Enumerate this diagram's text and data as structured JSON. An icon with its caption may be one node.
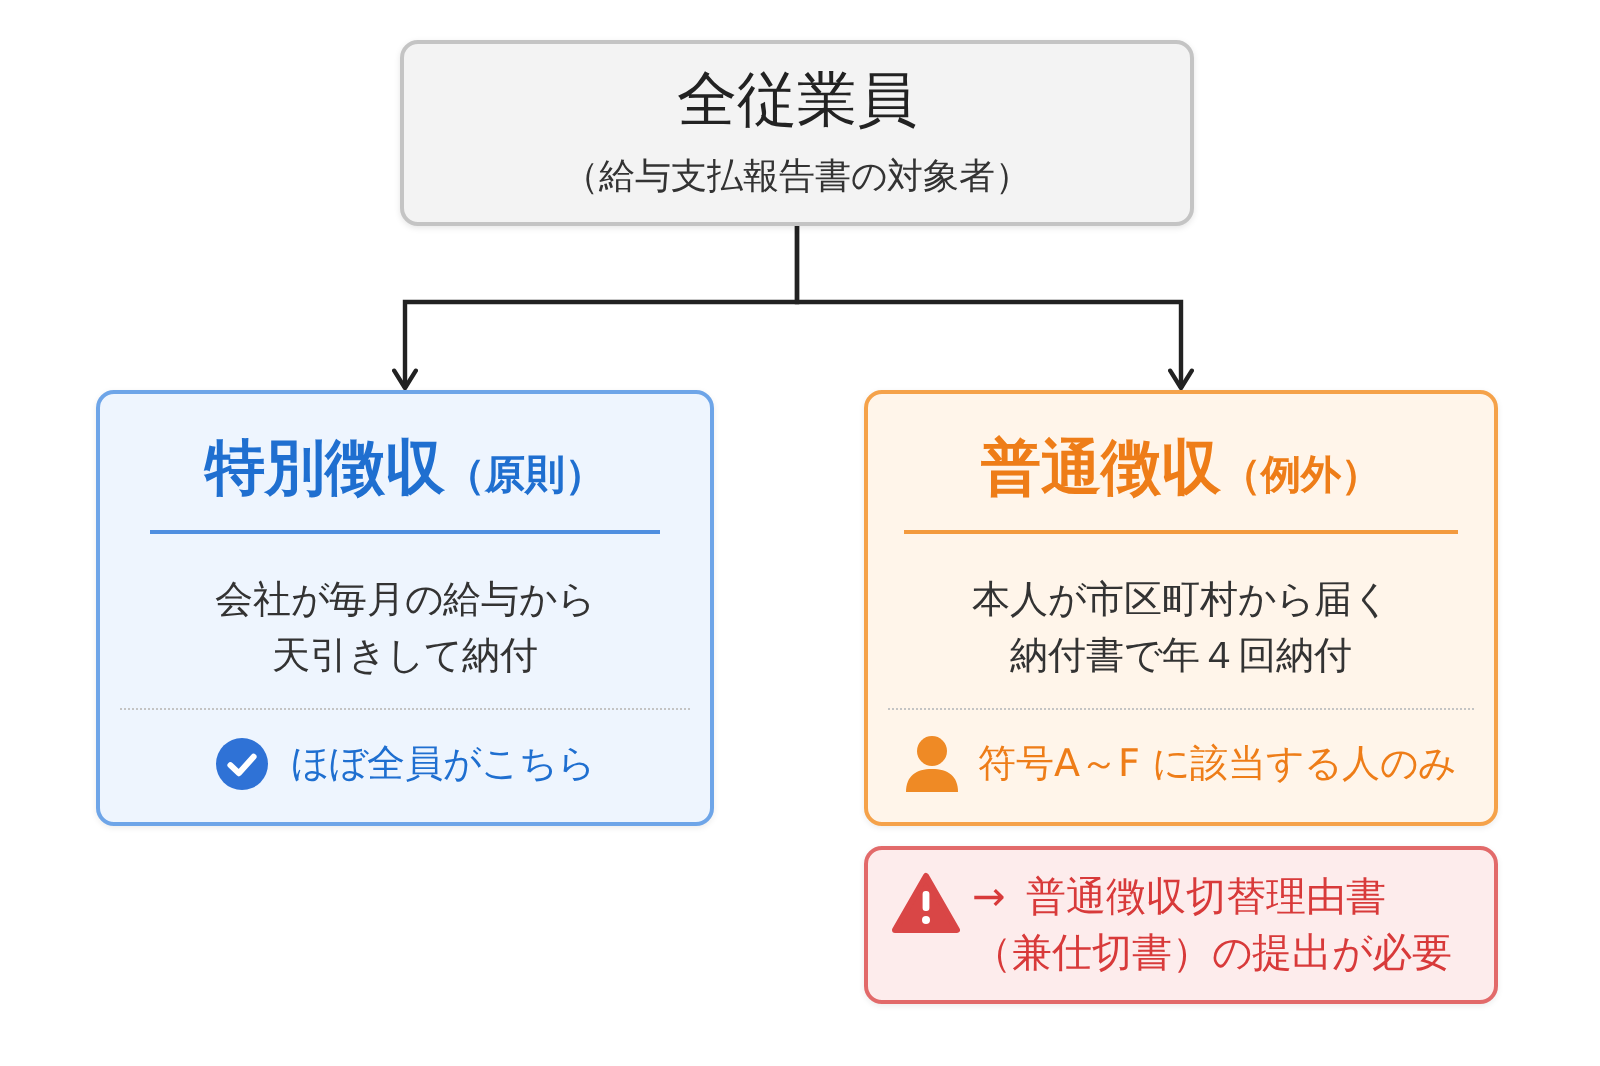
{
  "diagram": {
    "nodes": [
      {
        "text": [
          "全従業員",
          "（給与支払報告書の対象者）"
        ]
      },
      {
        "text": [
          "特別徴収",
          "（原則）",
          "会社が毎月の給与から天引きして納付",
          "ほぼ全員がこちら"
        ]
      },
      {
        "text": [
          "普通徴収",
          "（例外）",
          "本人が市区町村から届く納付書で年４回納付",
          "符号A～F に該当する人のみ"
        ]
      },
      {
        "text": [
          "→ 普通徴収切替理由書（兼仕切書）の提出が必要"
        ]
      }
    ],
    "edges": [
      {
        "from": 0,
        "to": 1,
        "arrow": "to"
      },
      {
        "from": 0,
        "to": 2,
        "arrow": "to"
      }
    ]
  }
}
